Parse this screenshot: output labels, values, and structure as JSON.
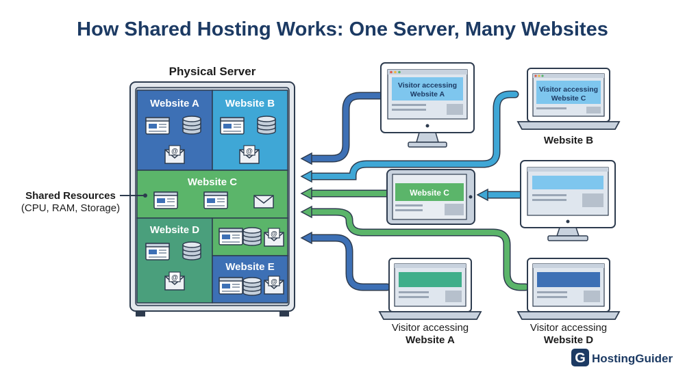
{
  "title": "How Shared Hosting Works: One Server, Many Websites",
  "server": {
    "label": "Physical Server",
    "websites": [
      "Website A",
      "Website B",
      "Website C",
      "Website D",
      "Website E"
    ]
  },
  "shared": {
    "label": "Shared Resources",
    "detail": "(CPU, RAM, Storage)"
  },
  "devices": {
    "monitor_top_screen": [
      "Visitor accessing",
      "Website A"
    ],
    "laptop_top_screen": [
      "Visitor accessing",
      "Website C"
    ],
    "laptop_top_caption": "Website B",
    "tablet_screen": "Website C",
    "laptop_bl_caption": [
      "Visitor accessing",
      "Website A"
    ],
    "laptop_br_caption": [
      "Visitor accessing",
      "Website D"
    ]
  },
  "brand": {
    "name": "HostingGuider",
    "mark": "G"
  },
  "colors": {
    "title": "#1c3a63",
    "blue_dark": "#3d70b5",
    "blue_light": "#3fa7d6",
    "green": "#5bb56a",
    "green_dark": "#3f9a5a",
    "outline": "#2d3b4e"
  }
}
